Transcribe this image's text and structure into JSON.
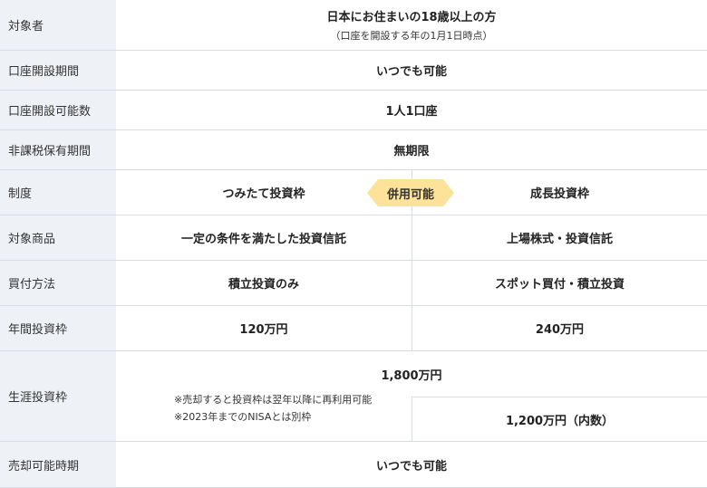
{
  "rows": {
    "target": {
      "label": "対象者",
      "main": "日本にお住まいの18歳以上の方",
      "sub": "（口座を開設する年の1月1日時点）"
    },
    "open_period": {
      "label": "口座開設期間",
      "value": "いつでも可能"
    },
    "account_count": {
      "label": "口座開設可能数",
      "value": "1人1口座"
    },
    "tax_free_period": {
      "label": "非課税保有期間",
      "value": "無期限"
    },
    "system": {
      "label": "制度",
      "left": "つみたて投資枠",
      "badge": "併用可能",
      "right": "成長投資枠"
    },
    "products": {
      "label": "対象商品",
      "left": "一定の条件を満たした投資信託",
      "right": "上場株式・投資信託"
    },
    "purchase": {
      "label": "買付方法",
      "left": "積立投資のみ",
      "right": "スポット買付・積立投資"
    },
    "annual_limit": {
      "label": "年間投資枠",
      "left": "120万円",
      "right": "240万円"
    },
    "lifetime_limit": {
      "label": "生涯投資枠",
      "total": "1,800万円",
      "note1": "※売却すると投資枠は翌年以降に再利用可能",
      "note2": "※2023年までのNISAとは別枠",
      "right": "1,200万円（内数）"
    },
    "sell_period": {
      "label": "売却可能時期",
      "value": "いつでも可能"
    }
  },
  "colors": {
    "label_bg": "#eef1f6",
    "badge": "#fde39a",
    "border": "#d9dde3"
  }
}
